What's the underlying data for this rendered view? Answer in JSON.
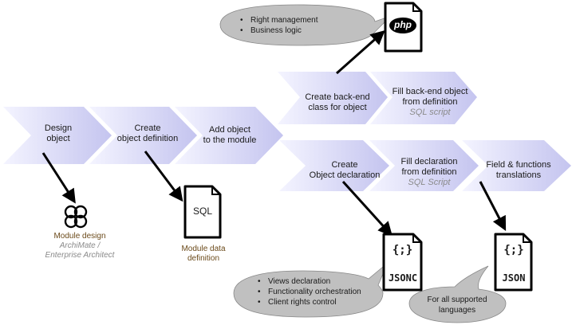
{
  "steps": {
    "design_object": "Design\nobject",
    "create_object_definition": "Create\nobject definition",
    "add_object_to_module": "Add object\nto the module",
    "create_backend_class": "Create back-end\nclass for object",
    "fill_backend_object": "Fill back-end object\nfrom definition",
    "fill_backend_object_sub": "SQL script",
    "create_object_declaration": "Create\nObject declaration",
    "fill_declaration": "Fill declaration\nfrom definition",
    "fill_declaration_sub": "SQL Script",
    "field_functions_translations": "Field & functions\ntranslations"
  },
  "artifacts": {
    "module_design": "Module design",
    "module_design_sub": "ArchiMate /\nEnterprise Architect",
    "module_data_definition": "Module data\ndefinition",
    "sql_icon_text": "SQL",
    "php_icon_text": "php",
    "jsonc_icon_text": "JSONC",
    "json_icon_text": "JSON",
    "braces_text": "{;}"
  },
  "bubbles": {
    "php_notes": [
      "Right management",
      "Business logic"
    ],
    "jsonc_notes": [
      "Views declaration",
      "Functionality orchestration",
      "Client rights control"
    ],
    "json_note": "For all supported\nlanguages"
  },
  "colors": {
    "chevron_light": "#f2f2ff",
    "chevron_dark": "#c6c6f0",
    "bubble": "#c0c0c0",
    "arrow": "#000000",
    "brown_caption": "#6b4a1a",
    "icon_red": "#cc3333",
    "icon_blue": "#3355aa",
    "icon_green": "#33aa55",
    "icon_orange": "#dd8822"
  }
}
